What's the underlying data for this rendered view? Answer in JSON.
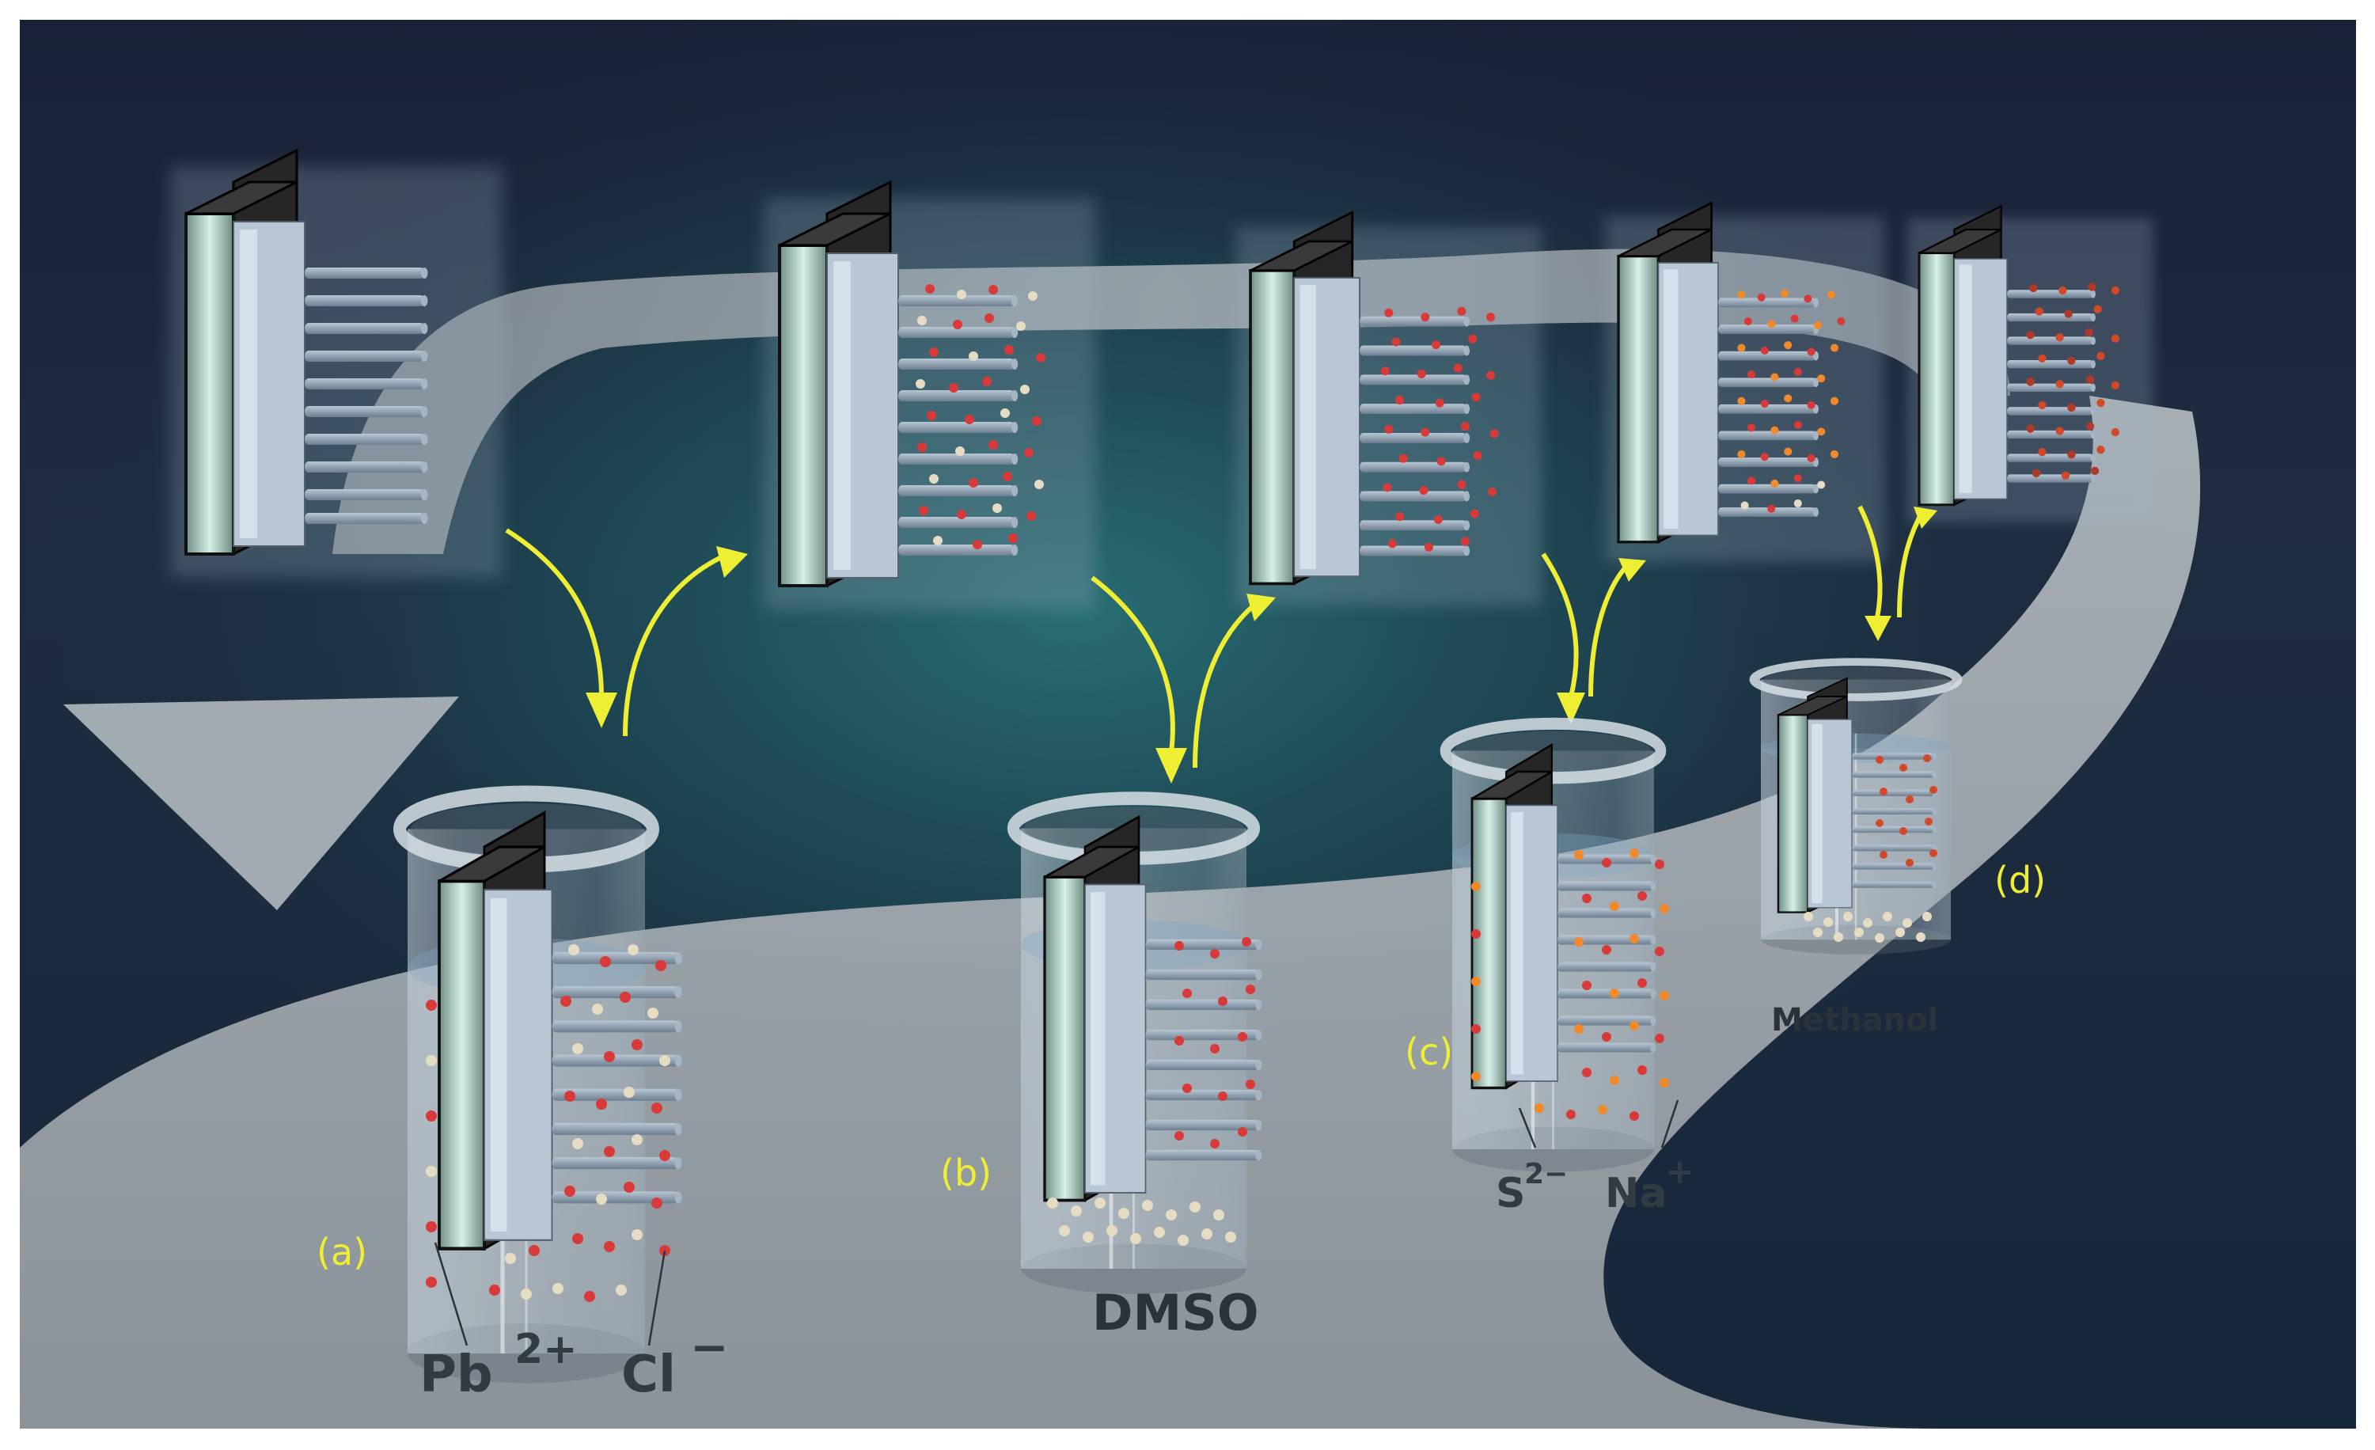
{
  "labels": {
    "a": "(a)",
    "b": "(b)",
    "c": "(c)",
    "d": "(d)"
  },
  "solvents": {
    "b": "DMSO",
    "d": "Methanol"
  },
  "ions": {
    "pb": "Pb",
    "pb_charge": "2+",
    "cl": "Cl",
    "cl_charge": "−",
    "s": "S",
    "s_charge": "2−",
    "na": "Na",
    "na_charge": "+"
  },
  "colors": {
    "background_top": "#1c2538",
    "background_glow": "#1d5d62",
    "flow_band": "#a4acb3",
    "arrow": "#eeee33",
    "substrate_edge": "#b8e0d0",
    "substrate_back": "#2a2a2a",
    "nanorod": "#8fa0b2",
    "pb_ion": "#d83a3a",
    "cl_ion": "#e6dcc4",
    "na_ion": "#f08a2a",
    "s_ion": "#d83a3a"
  }
}
